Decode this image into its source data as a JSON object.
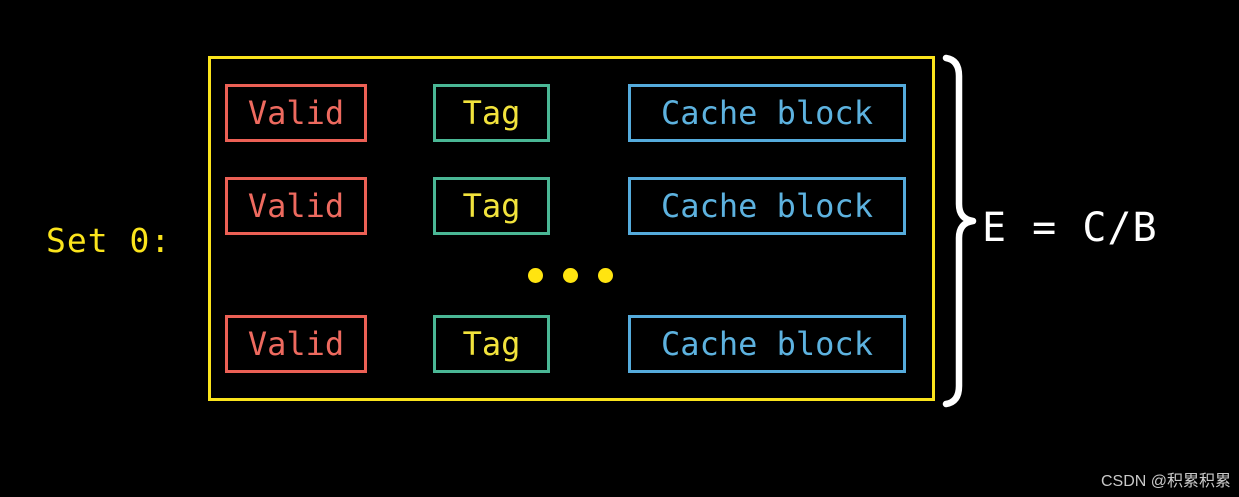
{
  "diagram": {
    "title_semantics": "cache set associativity diagram",
    "set_label": "Set 0:",
    "rows": [
      {
        "valid": "Valid",
        "tag": "Tag",
        "cache_block": "Cache block"
      },
      {
        "valid": "Valid",
        "tag": "Tag",
        "cache_block": "Cache block"
      },
      {
        "valid": "Valid",
        "tag": "Tag",
        "cache_block": "Cache block"
      }
    ],
    "ellipsis_dots": 3,
    "formula": "E = C/B",
    "colors": {
      "background": "#000000",
      "outer_border_yellow": "#fbe41c",
      "set_label_yellow": "#fbe41c",
      "valid_red": "#ec6055",
      "tag_border_teal": "#4ab795",
      "tag_text_yellow": "#f2e33c",
      "cache_block_blue": "#55abdc",
      "dots_yellow": "#ffe410",
      "brace_white": "#ffffff",
      "formula_white": "#ffffff"
    }
  },
  "watermark": {
    "text": "CSDN @积累积累"
  }
}
